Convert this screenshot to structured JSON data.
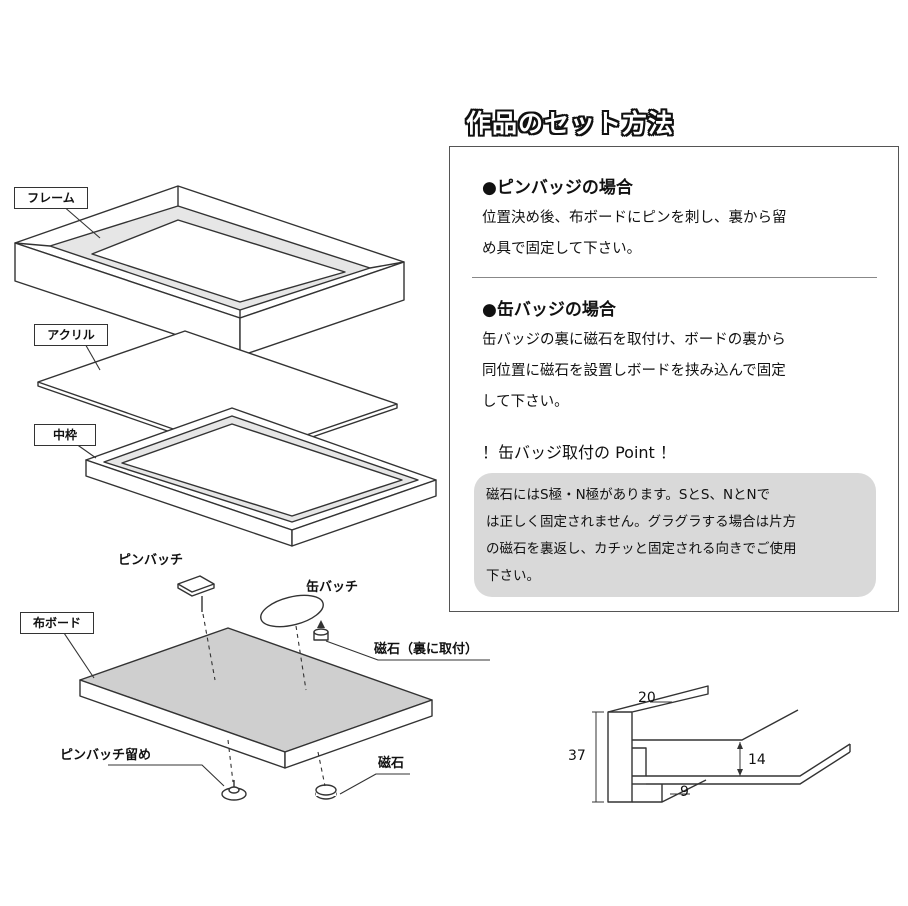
{
  "title": "作品のセット方法",
  "sections": {
    "pin": {
      "heading": "●ピンバッジの場合",
      "lines": [
        "位置決め後、布ボードにピンを刺し、裏から留",
        "め具で固定して下さい。"
      ]
    },
    "can": {
      "heading": "●缶バッジの場合",
      "lines": [
        "缶バッジの裏に磁石を取付け、ボードの裏から",
        "同位置に磁石を設置しボードを挟み込んで固定",
        "して下さい。"
      ]
    }
  },
  "point": {
    "heading": "！缶バッジ取付の Point ！",
    "lines": [
      "磁石にはS極・N極があります。SとS、NとNで",
      "は正しく固定されません。グラグラする場合は片方",
      "の磁石を裏返し、カチッと固定される向きでご使用",
      "下さい。"
    ]
  },
  "parts": {
    "frame": "フレーム",
    "acrylic": "アクリル",
    "inner_frame": "中枠",
    "cloth_board": "布ボード"
  },
  "labels": {
    "pin_badge": "ピンバッチ",
    "can_badge": "缶バッチ",
    "magnet_back": "磁石（裏に取付）",
    "pin_clasp": "ピンバッチ留め",
    "magnet": "磁石"
  },
  "dimensions": {
    "d20": "20",
    "d37": "37",
    "d14": "14",
    "d9": "9"
  }
}
